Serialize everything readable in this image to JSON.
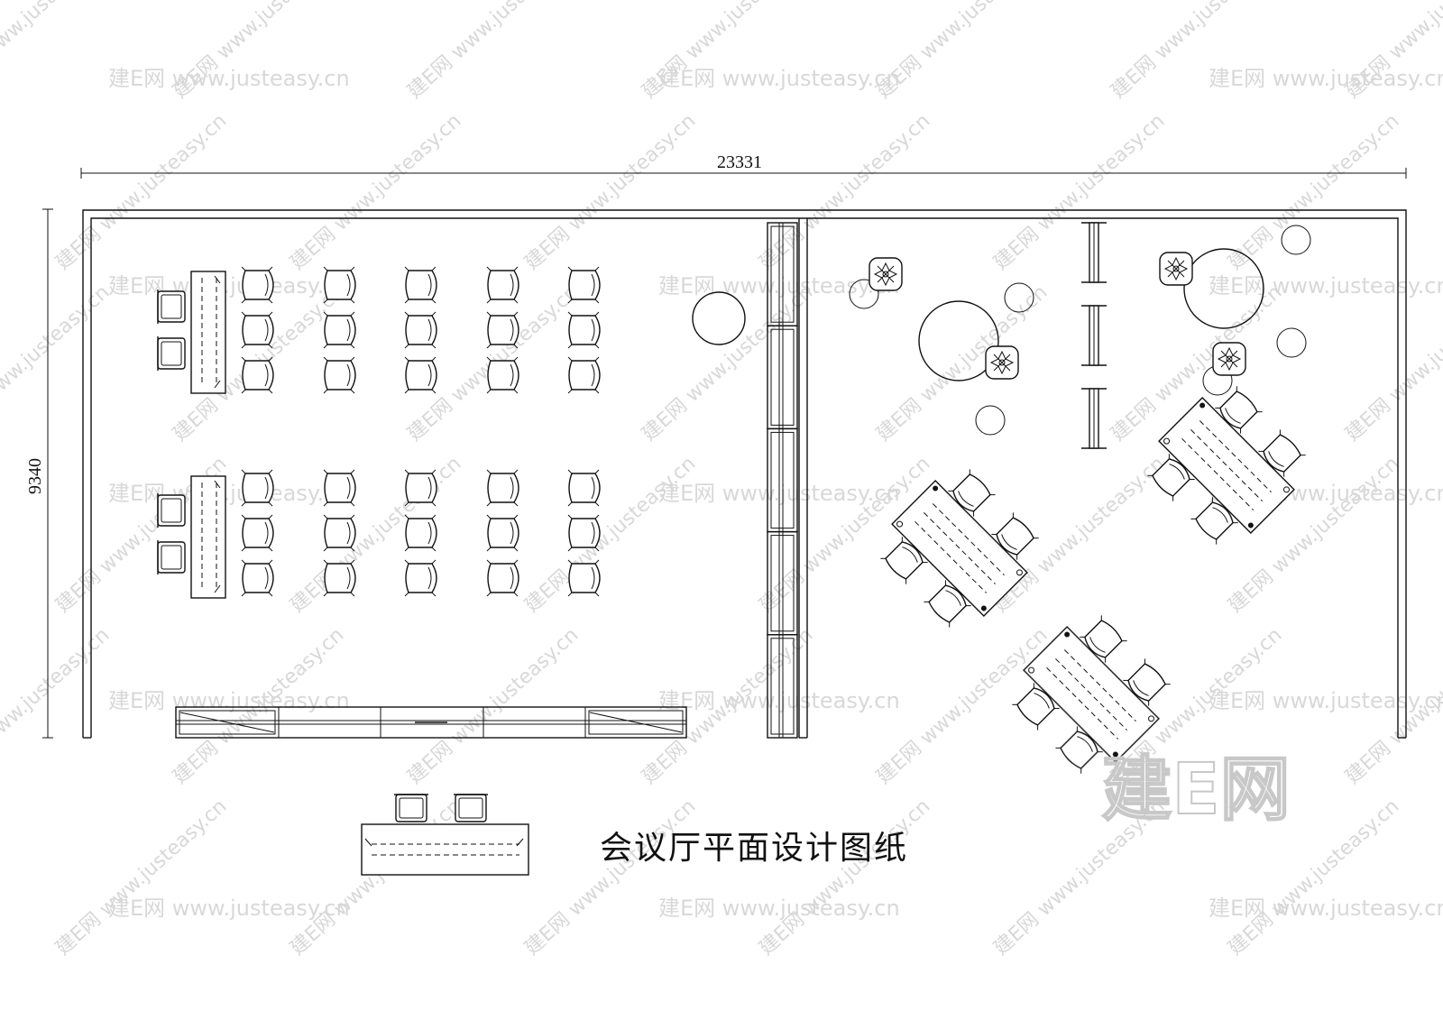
{
  "dimensions": {
    "width_label": "23331",
    "height_label": "9340"
  },
  "title": "会议厅平面设计图纸",
  "watermark": {
    "logo": "建E网",
    "url": "www.justeasy.cn"
  },
  "colors": {
    "line": "#111111",
    "watermark": "#b9b9b9",
    "background": "#ffffff"
  }
}
